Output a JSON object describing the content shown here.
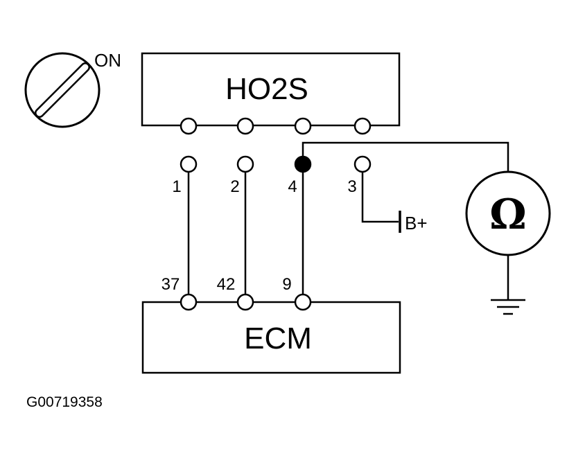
{
  "ignition": {
    "position_label": "ON"
  },
  "sensor": {
    "label": "HO2S"
  },
  "ecm": {
    "label": "ECM"
  },
  "harness_pins": [
    "1",
    "2",
    "4",
    "3"
  ],
  "ecm_pins": [
    "37",
    "42",
    "9"
  ],
  "supply": {
    "label": "B+"
  },
  "meter": {
    "symbol": "Ω",
    "icon": "ohmmeter-icon"
  },
  "ground": {
    "icon": "ground-symbol-icon"
  },
  "figure_code": "G00719358",
  "colors": {
    "line": "#000000",
    "background": "#ffffff",
    "probe_point": "#000000"
  }
}
